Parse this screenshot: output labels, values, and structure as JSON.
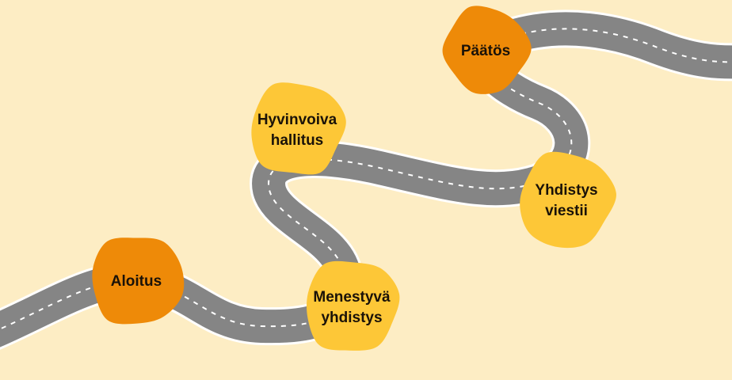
{
  "colors": {
    "background": "#fdedc4",
    "road": "#858585",
    "road_edge": "#ffffff",
    "lane_marking": "#ffffff",
    "milestone_primary": "#ee8a08",
    "milestone_secondary": "#fdc737",
    "text": "#1a1208"
  },
  "milestones": [
    {
      "id": "aloitus",
      "lines": [
        "Aloitus"
      ],
      "style": "primary"
    },
    {
      "id": "menestyva-yhdistys",
      "lines": [
        "Menestyvä",
        "yhdistys"
      ],
      "style": "secondary"
    },
    {
      "id": "hyvinvoiva-hallitus",
      "lines": [
        "Hyvinvoiva",
        "hallitus"
      ],
      "style": "secondary"
    },
    {
      "id": "yhdistys-viestii",
      "lines": [
        "Yhdistys",
        "viestii"
      ],
      "style": "secondary"
    },
    {
      "id": "paatos",
      "lines": [
        "Päätös"
      ],
      "style": "primary"
    }
  ]
}
